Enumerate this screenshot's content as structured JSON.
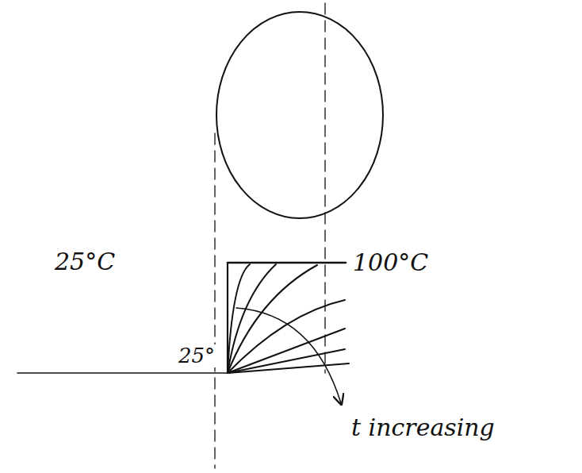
{
  "diagram": {
    "labels": [
      "25°C",
      "100°C",
      "25°",
      "t increasing"
    ]
  }
}
